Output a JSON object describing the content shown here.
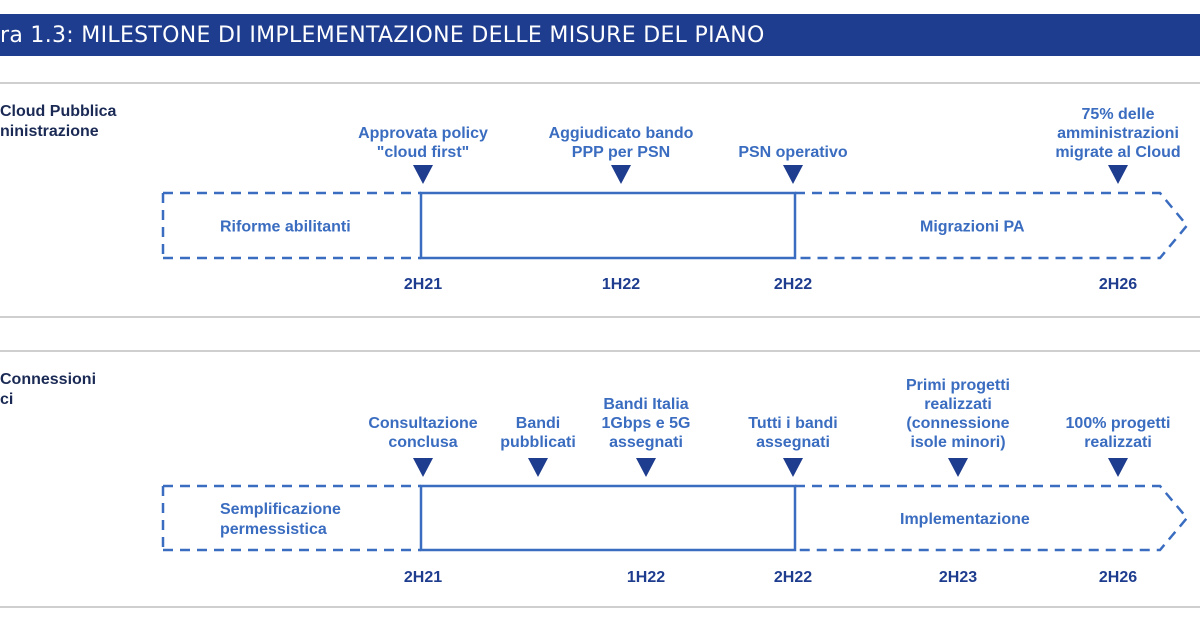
{
  "title": "ra 1.3:  MILESTONE DI IMPLEMENTAZIONE DELLE MISURE DEL PIANO",
  "colors": {
    "title_bg": "#1f3d8f",
    "accent": "#3a6cc0",
    "dark": "#1f3d8f"
  },
  "sections": [
    {
      "label": [
        "Cloud Pubblica",
        "ninistrazione"
      ],
      "left_band": [
        "Riforme abilitanti"
      ],
      "right_band": [
        "Migrazioni PA"
      ],
      "milestones": [
        {
          "lines": [
            "Approvata policy",
            "\"cloud first\""
          ]
        },
        {
          "lines": [
            "Aggiudicato bando",
            "PPP per PSN"
          ]
        },
        {
          "lines": [
            "PSN operativo"
          ]
        },
        {
          "lines": [
            "75% delle",
            "amministrazioni",
            "migrate al Cloud"
          ]
        }
      ],
      "dates": [
        "2H21",
        "1H22",
        "2H22",
        "2H26"
      ]
    },
    {
      "label": [
        "Connessioni",
        "ci"
      ],
      "left_band": [
        "Semplificazione",
        "permessistica"
      ],
      "right_band": [
        "Implementazione"
      ],
      "milestones": [
        {
          "lines": [
            "Consultazione",
            "conclusa"
          ]
        },
        {
          "lines": [
            "Bandi",
            "pubblicati"
          ]
        },
        {
          "lines": [
            "Bandi Italia",
            "1Gbps e 5G",
            "assegnati"
          ]
        },
        {
          "lines": [
            "Tutti i bandi",
            "assegnati"
          ]
        },
        {
          "lines": [
            "Primi progetti",
            "realizzati",
            "(connessione",
            "isole minori)"
          ]
        },
        {
          "lines": [
            "100% progetti",
            "realizzati"
          ]
        }
      ],
      "dates": [
        "2H21",
        "1H22",
        "2H22",
        "2H23",
        "2H26"
      ]
    }
  ]
}
